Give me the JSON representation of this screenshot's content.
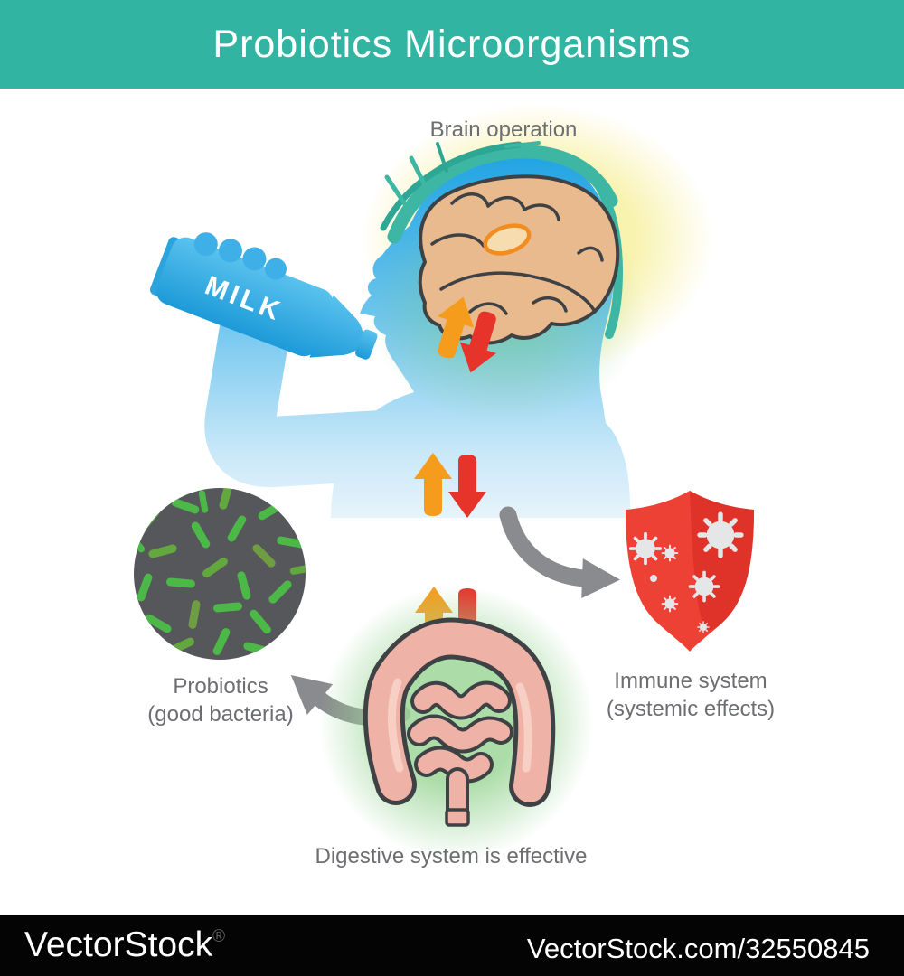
{
  "header": {
    "title": "Probiotics Microorganisms"
  },
  "labels": {
    "brain": "Brain operation",
    "milk": "MILK",
    "probiotics_line1": "Probiotics",
    "probiotics_line2": "(good bacteria)",
    "immune_line1": "Immune system",
    "immune_line2": "(systemic effects)",
    "digestive": "Digestive system is effective"
  },
  "watermark": {
    "brand": "VectorStock",
    "reg": "®",
    "ref": "VectorStock.com/32550845"
  },
  "icons": {
    "brain": "brain-icon",
    "milk_bottle": "milk-bottle-icon",
    "person": "person-drinking-silhouette",
    "probiotics_circle": "microscope-bacteria-circle-icon",
    "shield": "immune-shield-icon",
    "virus": "virus-icon",
    "intestine": "intestine-icon",
    "up_arrow": "orange-up-arrow-icon",
    "down_arrow": "red-down-arrow-icon",
    "curved_arrow": "gray-curved-arrow-icon"
  },
  "colors": {
    "header_teal": "#31b5a2",
    "body_blue_top": "#21a5e3",
    "body_blue_bottom": "#eaf5fb",
    "arrow_orange": "#f59c1c",
    "arrow_red": "#e7342b",
    "arrow_gray": "#8a8b8e",
    "shield_red": "#ee4136",
    "bacteria_green": "#4cb847",
    "microscope_bg": "#56575a",
    "intestine_pink": "#efb2a6",
    "brain_tan": "#e9ba8e",
    "label_gray": "#6d6e71",
    "watermark_bg": "#040404"
  }
}
